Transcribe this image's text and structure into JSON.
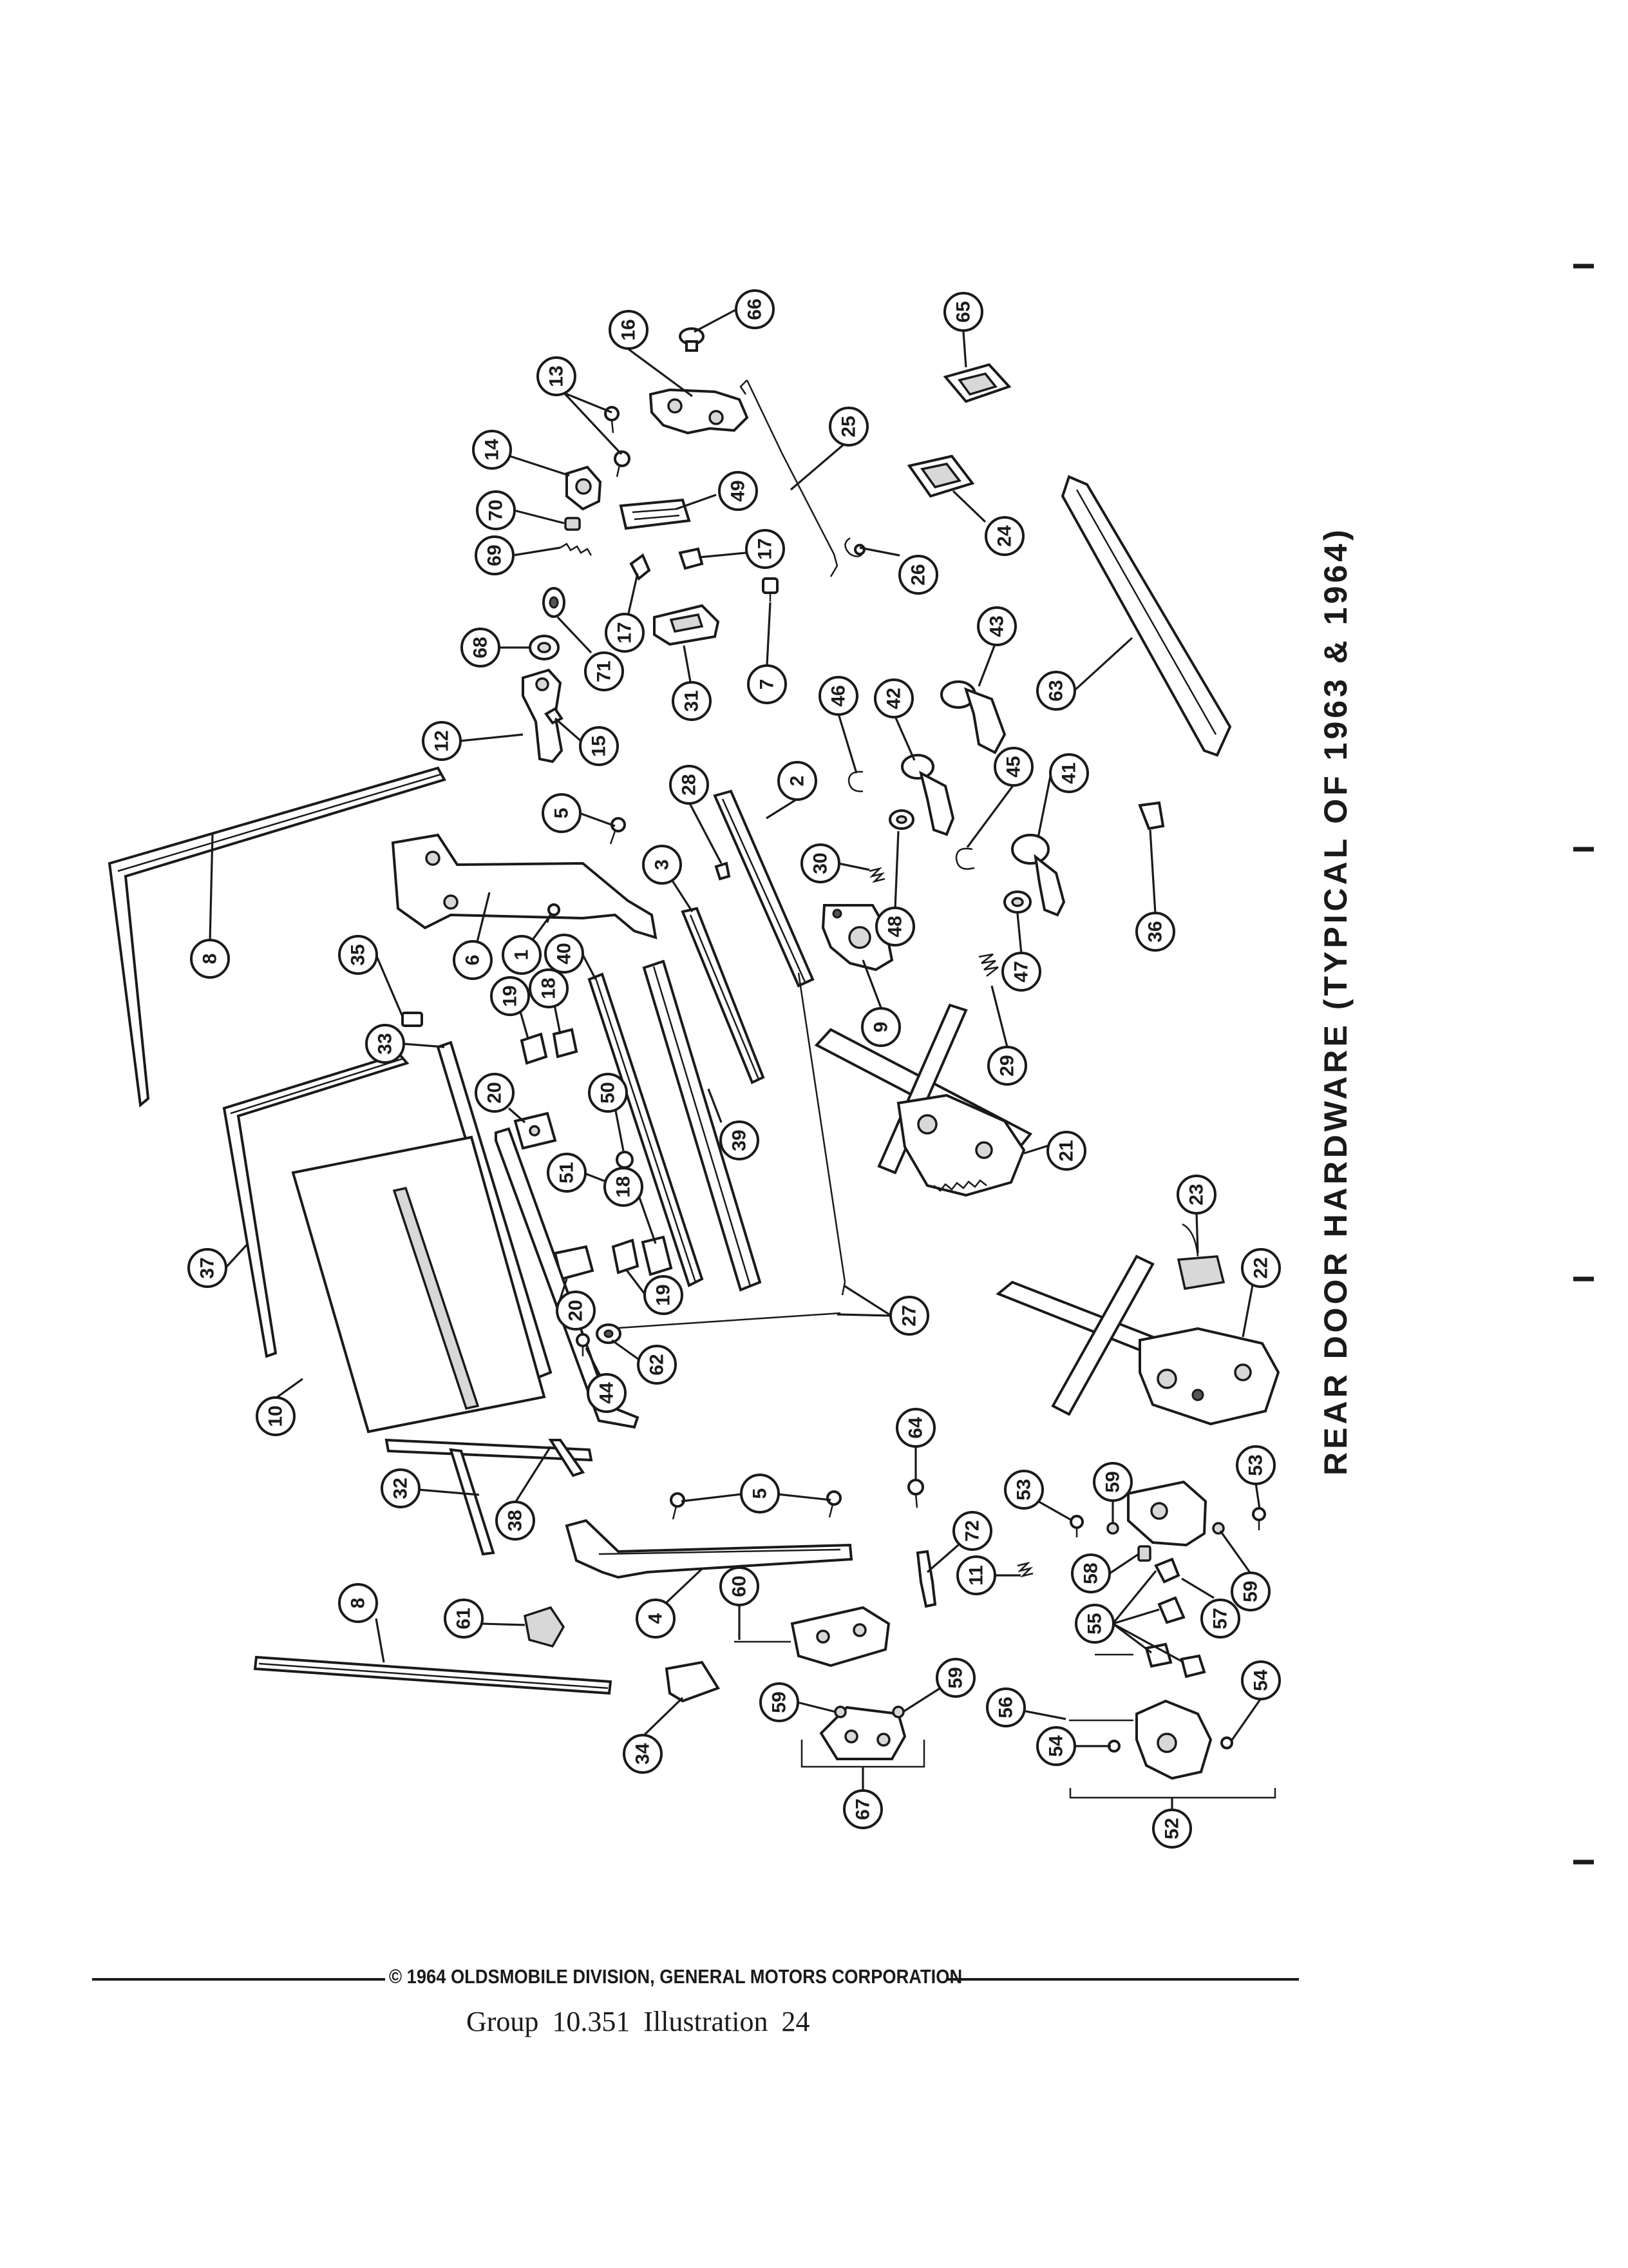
{
  "diagram": {
    "title": "REAR DOOR HARDWARE (TYPICAL OF 1963 & 1964)",
    "callouts": [
      {
        "id": "c66",
        "label": "66"
      },
      {
        "id": "c65",
        "label": "65"
      },
      {
        "id": "c16",
        "label": "16"
      },
      {
        "id": "c13",
        "label": "13"
      },
      {
        "id": "c25",
        "label": "25"
      },
      {
        "id": "c14",
        "label": "14"
      },
      {
        "id": "c70",
        "label": "70"
      },
      {
        "id": "c49",
        "label": "49"
      },
      {
        "id": "c24",
        "label": "24"
      },
      {
        "id": "c69",
        "label": "69"
      },
      {
        "id": "c17a",
        "label": "17"
      },
      {
        "id": "c17b",
        "label": "17"
      },
      {
        "id": "c26",
        "label": "26"
      },
      {
        "id": "c68",
        "label": "68"
      },
      {
        "id": "c71",
        "label": "71"
      },
      {
        "id": "c31",
        "label": "31"
      },
      {
        "id": "c7",
        "label": "7"
      },
      {
        "id": "c43",
        "label": "43"
      },
      {
        "id": "c63",
        "label": "63"
      },
      {
        "id": "c12",
        "label": "12"
      },
      {
        "id": "c15",
        "label": "15"
      },
      {
        "id": "c46",
        "label": "46"
      },
      {
        "id": "c42",
        "label": "42"
      },
      {
        "id": "c28",
        "label": "28"
      },
      {
        "id": "c2",
        "label": "2"
      },
      {
        "id": "c45",
        "label": "45"
      },
      {
        "id": "c41",
        "label": "41"
      },
      {
        "id": "c5a",
        "label": "5"
      },
      {
        "id": "c30",
        "label": "30"
      },
      {
        "id": "c3",
        "label": "3"
      },
      {
        "id": "c36",
        "label": "36"
      },
      {
        "id": "c8a",
        "label": "8"
      },
      {
        "id": "c6",
        "label": "6"
      },
      {
        "id": "c1",
        "label": "1"
      },
      {
        "id": "c40",
        "label": "40"
      },
      {
        "id": "c48",
        "label": "48"
      },
      {
        "id": "c47",
        "label": "47"
      },
      {
        "id": "c35",
        "label": "35"
      },
      {
        "id": "c19a",
        "label": "19"
      },
      {
        "id": "c18a",
        "label": "18"
      },
      {
        "id": "c9",
        "label": "9"
      },
      {
        "id": "c33",
        "label": "33"
      },
      {
        "id": "c29",
        "label": "29"
      },
      {
        "id": "c20a",
        "label": "20"
      },
      {
        "id": "c50",
        "label": "50"
      },
      {
        "id": "c39",
        "label": "39"
      },
      {
        "id": "c21",
        "label": "21"
      },
      {
        "id": "c51",
        "label": "51"
      },
      {
        "id": "c18b",
        "label": "18"
      },
      {
        "id": "c23",
        "label": "23"
      },
      {
        "id": "c37",
        "label": "37"
      },
      {
        "id": "c19b",
        "label": "19"
      },
      {
        "id": "c22",
        "label": "22"
      },
      {
        "id": "c20b",
        "label": "20"
      },
      {
        "id": "c27",
        "label": "27"
      },
      {
        "id": "c62",
        "label": "62"
      },
      {
        "id": "c44",
        "label": "44"
      },
      {
        "id": "c10",
        "label": "10"
      },
      {
        "id": "c64",
        "label": "64"
      },
      {
        "id": "c53a",
        "label": "53"
      },
      {
        "id": "c59a",
        "label": "59"
      },
      {
        "id": "c53b",
        "label": "53"
      },
      {
        "id": "c32",
        "label": "32"
      },
      {
        "id": "c38",
        "label": "38"
      },
      {
        "id": "c5b",
        "label": "5"
      },
      {
        "id": "c72",
        "label": "72"
      },
      {
        "id": "c58",
        "label": "58"
      },
      {
        "id": "c59b",
        "label": "59"
      },
      {
        "id": "c11",
        "label": "11"
      },
      {
        "id": "c57",
        "label": "57"
      },
      {
        "id": "c4",
        "label": "4"
      },
      {
        "id": "c60",
        "label": "60"
      },
      {
        "id": "c55",
        "label": "55"
      },
      {
        "id": "c61",
        "label": "61"
      },
      {
        "id": "c8b",
        "label": "8"
      },
      {
        "id": "c59c",
        "label": "59"
      },
      {
        "id": "c59d",
        "label": "59"
      },
      {
        "id": "c56",
        "label": "56"
      },
      {
        "id": "c54a",
        "label": "54"
      },
      {
        "id": "c34",
        "label": "34"
      },
      {
        "id": "c54b",
        "label": "54"
      },
      {
        "id": "c67",
        "label": "67"
      },
      {
        "id": "c52",
        "label": "52"
      }
    ]
  },
  "footer": {
    "copyright": "© 1964 OLDSMOBILE DIVISION, GENERAL MOTORS CORPORATION",
    "caption": "Group 10.351  Illustration 24"
  }
}
